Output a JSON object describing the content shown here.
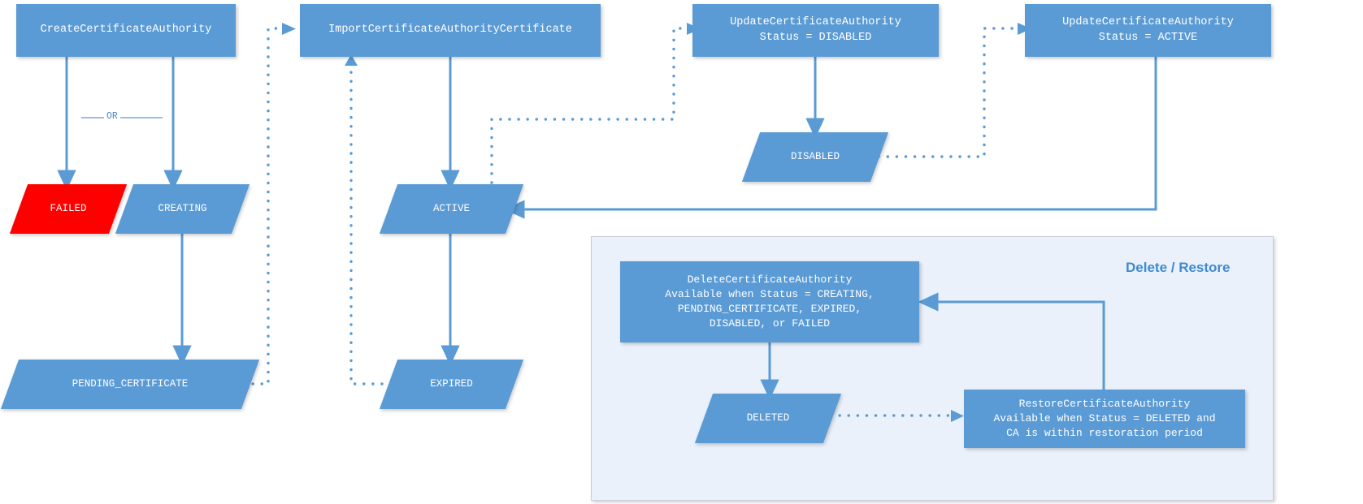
{
  "diagram": {
    "title": "AWS Private CA certificate authority lifecycle state diagram",
    "colors": {
      "node_blue": "#5B9BD5",
      "failed_red": "#FF0000",
      "edge_blue": "#5B9BD5",
      "panel_fill": "#EAF1FA",
      "panel_title": "#3f8ad1",
      "label_white": "#FFFFFF"
    },
    "panel": {
      "title": "Delete / Restore"
    },
    "connector_label": "OR",
    "nodes": [
      {
        "id": "create_ca",
        "shape": "rect",
        "label": "CreateCertificateAuthority"
      },
      {
        "id": "import_ca",
        "shape": "rect",
        "label": "ImportCertificateAuthorityCertificate"
      },
      {
        "id": "update_dis",
        "shape": "rect",
        "label": "UpdateCertificateAuthority\nStatus = DISABLED"
      },
      {
        "id": "update_act",
        "shape": "rect",
        "label": "UpdateCertificateAuthority\nStatus = ACTIVE"
      },
      {
        "id": "failed",
        "shape": "parallelogram",
        "label": "FAILED"
      },
      {
        "id": "creating",
        "shape": "parallelogram",
        "label": "CREATING"
      },
      {
        "id": "pending",
        "shape": "parallelogram",
        "label": "PENDING_CERTIFICATE"
      },
      {
        "id": "active",
        "shape": "parallelogram",
        "label": "ACTIVE"
      },
      {
        "id": "expired",
        "shape": "parallelogram",
        "label": "EXPIRED"
      },
      {
        "id": "disabled",
        "shape": "parallelogram",
        "label": "DISABLED"
      },
      {
        "id": "delete_ca",
        "shape": "rect",
        "label": "DeleteCertificateAuthority\nAvailable when Status = CREATING,\nPENDING_CERTIFICATE, EXPIRED,\nDISABLED, or FAILED"
      },
      {
        "id": "deleted",
        "shape": "parallelogram",
        "label": "DELETED"
      },
      {
        "id": "restore_ca",
        "shape": "rect",
        "label": "RestoreCertificateAuthority\nAvailable when Status = DELETED and\nCA is within restoration period"
      }
    ],
    "edges": [
      {
        "from": "create_ca",
        "to": "failed",
        "style": "solid"
      },
      {
        "from": "create_ca",
        "to": "creating",
        "style": "solid"
      },
      {
        "from": "creating",
        "to": "pending",
        "style": "solid"
      },
      {
        "from": "pending",
        "to": "import_ca",
        "style": "dotted"
      },
      {
        "from": "import_ca",
        "to": "active",
        "style": "solid"
      },
      {
        "from": "active",
        "to": "update_dis",
        "style": "dotted"
      },
      {
        "from": "update_dis",
        "to": "disabled",
        "style": "solid"
      },
      {
        "from": "disabled",
        "to": "update_act",
        "style": "dotted"
      },
      {
        "from": "update_act",
        "to": "active",
        "style": "solid"
      },
      {
        "from": "active",
        "to": "expired",
        "style": "solid"
      },
      {
        "from": "expired",
        "to": "import_ca",
        "style": "dotted"
      },
      {
        "from": "delete_ca",
        "to": "deleted",
        "style": "solid"
      },
      {
        "from": "deleted",
        "to": "restore_ca",
        "style": "dotted"
      },
      {
        "from": "restore_ca",
        "to": "delete_ca",
        "style": "solid"
      }
    ]
  }
}
